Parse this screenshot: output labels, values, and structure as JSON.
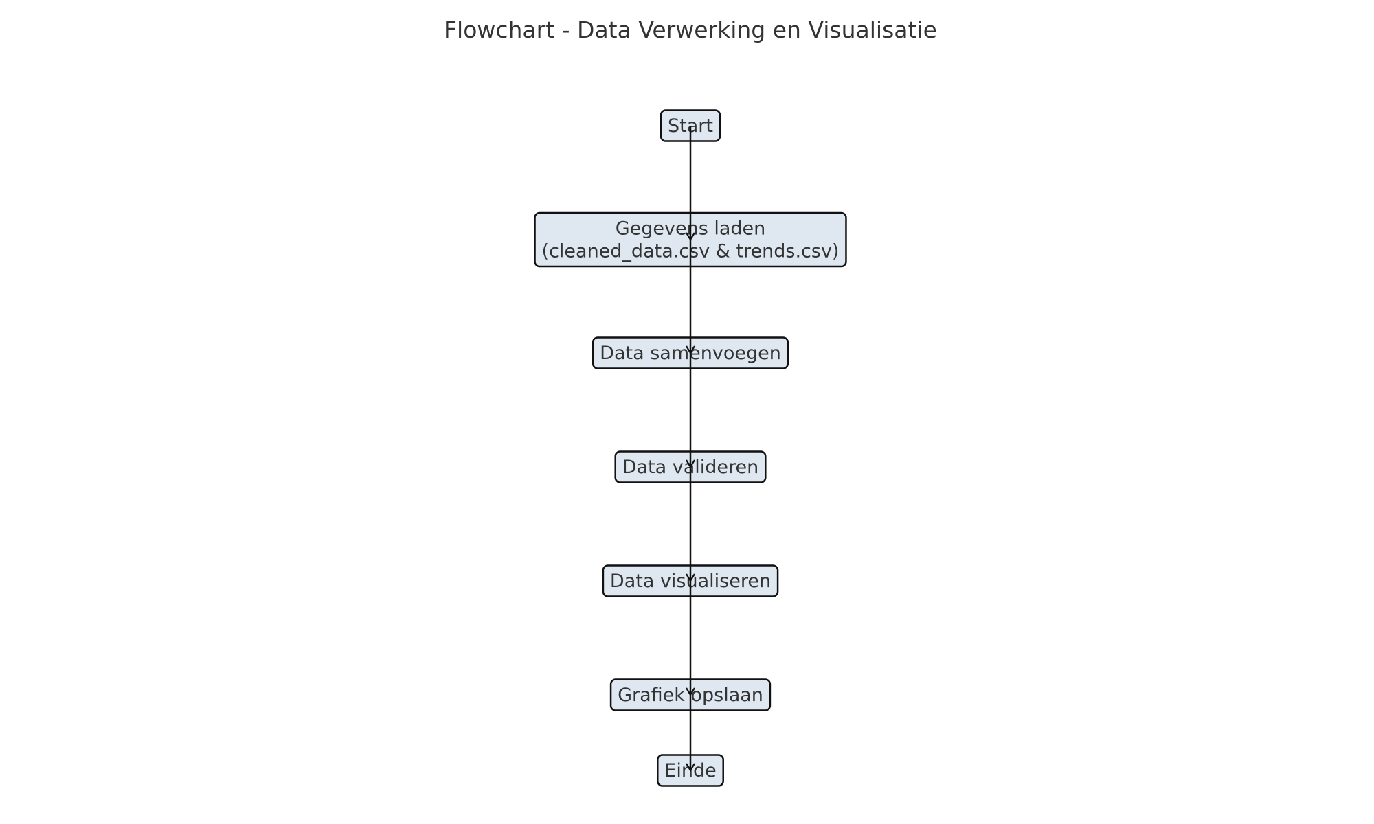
{
  "diagram": {
    "title": "Flowchart - Data Verwerking en Visualisatie",
    "nodes": [
      {
        "id": "start",
        "lines": [
          "Start"
        ]
      },
      {
        "id": "load",
        "lines": [
          "Gegevens laden",
          "(cleaned_data.csv & trends.csv)"
        ]
      },
      {
        "id": "merge",
        "lines": [
          "Data samenvoegen"
        ]
      },
      {
        "id": "validate",
        "lines": [
          "Data valideren"
        ]
      },
      {
        "id": "visualize",
        "lines": [
          "Data visualiseren"
        ]
      },
      {
        "id": "save",
        "lines": [
          "Grafiek opslaan"
        ]
      },
      {
        "id": "end",
        "lines": [
          "Einde"
        ]
      }
    ],
    "edges": [
      {
        "from": "start",
        "to": "load"
      },
      {
        "from": "load",
        "to": "merge"
      },
      {
        "from": "merge",
        "to": "validate"
      },
      {
        "from": "validate",
        "to": "visualize"
      },
      {
        "from": "visualize",
        "to": "save"
      },
      {
        "from": "save",
        "to": "end"
      }
    ],
    "colors": {
      "node_fill": "#dfe8f1",
      "node_stroke": "#111111",
      "text": "#333333",
      "edge": "#111111"
    }
  }
}
